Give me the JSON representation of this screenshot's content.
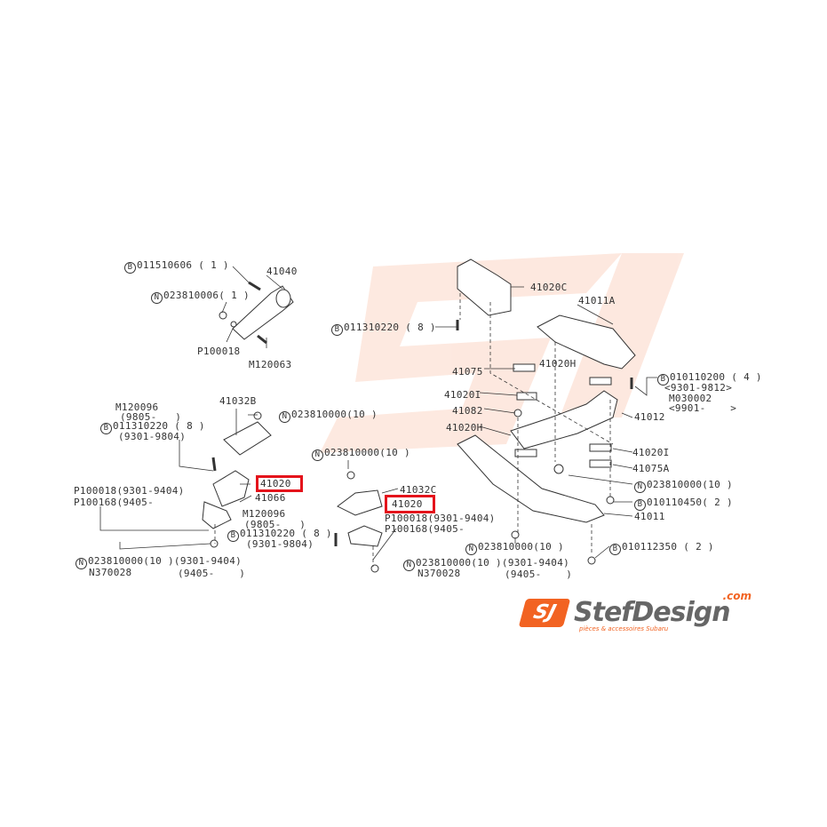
{
  "colors": {
    "highlight": "#e4131b",
    "brand_orange": "#f26322",
    "line": "#333333"
  },
  "logo": {
    "mark": "SJ",
    "name": "StefDesign",
    "suffix": ".com",
    "tagline": "pièces & accessoires Subaru"
  },
  "labels": {
    "l1": "011510606 ( 1 )",
    "l1c": "B",
    "l2": "41040",
    "l3": "023810006( 1 )",
    "l3c": "N",
    "l4": "P100018",
    "l5": "M120063",
    "l6": "41032B",
    "l7": "M120096",
    "l8": "(9805-   )",
    "l9": "011310220 ( 8 )",
    "l9c": "B",
    "l10": "(9301-9804)",
    "l11": "023810000(10 )",
    "l11c": "N",
    "l12": "41020",
    "l13": "41066",
    "l14": "P100018(9301-9404)",
    "l15": "P100168(9405-",
    "l16": "M120096",
    "l17": "(9805-   )",
    "l18": "011310220 ( 8 )",
    "l18c": "B",
    "l19": "(9301-9804)",
    "l20": "023810000(10 )(9301-9404)",
    "l20c": "N",
    "l21": "N370028",
    "l22": "(9405-    )",
    "m1": "023810000(10 )",
    "m1c": "N",
    "m2": "41032C",
    "m3": "41020",
    "m4": "P100018(9301-9404)",
    "m5": "P100168(9405-",
    "m6": "023810000(10 )(9301-9404)",
    "m6c": "N",
    "m7": "N370028",
    "m8": "(9405-    )",
    "r1": "41020C",
    "r2": "41011A",
    "r3": "011310220 ( 8 )",
    "r3c": "B",
    "r4": "41075",
    "r5": "41020H",
    "r6": "41020I",
    "r7": "41082",
    "r8": "41020H",
    "r9": "010110200 ( 4 )",
    "r9c": "B",
    "r10": "<9301-9812>",
    "r11": "M030002",
    "r12": "<9901-    >",
    "r13": "41012",
    "r14": "41020I",
    "r15": "41075A",
    "r16": "023810000(10 )",
    "r16c": "N",
    "r17": "010110450( 2 )",
    "r17c": "B",
    "r18": "41011",
    "r19": "023810000(10 )",
    "r19c": "N",
    "r20": "010112350 ( 2 )",
    "r20c": "B"
  }
}
